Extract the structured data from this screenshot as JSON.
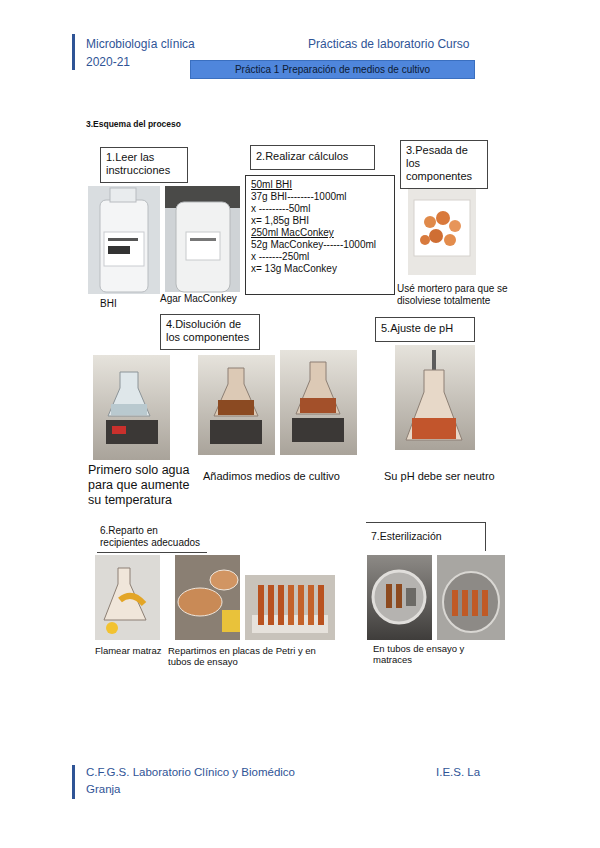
{
  "diagram": {
    "title": "Práctica 1 Preparación de medios de cultivo",
    "nodes": [
      {
        "text": [
          "1.Leer las instrucciones"
        ]
      },
      {
        "text": [
          "2.Realizar cálculos"
        ]
      },
      {
        "text": [
          "3.Pesada de los componentes"
        ]
      },
      {
        "text": [
          "50ml BHI",
          "37g BHI--------1000ml",
          "x ---------50ml",
          "x= 1,85g BHI",
          "250ml MacConkey",
          "52g MacConkey------1000ml",
          "x -------250ml",
          "x= 13g MacConkey"
        ]
      },
      {
        "text": [
          "4.Disolución de los componentes"
        ]
      },
      {
        "text": [
          "5.Ajuste de pH"
        ]
      },
      {
        "text": [
          "6.Reparto en recipientes adecuados"
        ]
      },
      {
        "text": [
          "7.Esterilización"
        ]
      }
    ],
    "labels": [
      "Microbiología clínica",
      "Prácticas de laboratorio Curso",
      "2020-21",
      "3.Esquema del proceso",
      "BHI",
      "Agar MacConkey",
      "Usé mortero para que se disolviese totalmente",
      "Primero solo agua para que aumente su temperatura",
      "Añadimos medios de cultivo",
      "Su pH debe ser neutro",
      "Flamear matraz",
      "Repartimos en placas de Petri y en tubos de ensayo",
      "En tubos de ensayo y matraces",
      "C.F.G.S. Laboratorio Clínico y Biomédico",
      "I.E.S. La",
      "Granja"
    ]
  }
}
